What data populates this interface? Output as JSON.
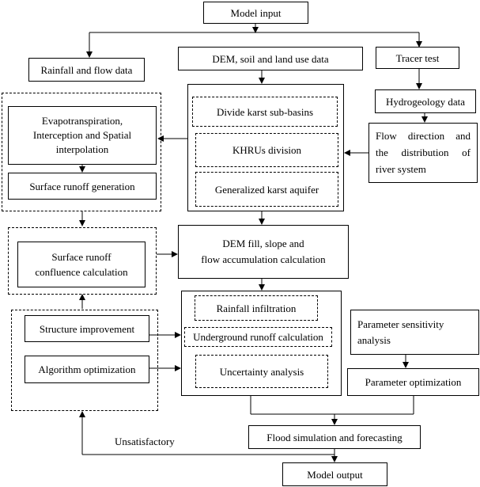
{
  "nodes": {
    "model_input": "Model input",
    "rainfall_flow": "Rainfall and flow data",
    "dem_soil": "DEM, soil and land use data",
    "tracer_test": "Tracer test",
    "hydrogeology": "Hydrogeology data",
    "flow_direction": [
      "Flow direction and",
      "the distribution of",
      "river system"
    ],
    "evapotranspiration": [
      "Evapotranspiration,",
      "Interception and Spatial",
      "interpolation"
    ],
    "surface_runoff_generation": "Surface runoff generation",
    "divide_subbasins": "Divide karst sub-basins",
    "khrus_division": "KHRUs division",
    "generalized_aquifer": "Generalized karst aquifer",
    "surface_runoff_confluence": [
      "Surface runoff",
      "confluence calculation"
    ],
    "dem_fill": [
      "DEM fill, slope and",
      "flow accumulation calculation"
    ],
    "structure_improvement": "Structure improvement",
    "algorithm_optimization": "Algorithm optimization",
    "rainfall_infiltration": "Rainfall infiltration",
    "underground_runoff": "Underground runoff calculation",
    "uncertainty_analysis": "Uncertainty analysis",
    "parameter_sensitivity": [
      "Parameter sensitivity",
      "analysis"
    ],
    "parameter_optimization": "Parameter optimization",
    "flood_simulation": "Flood simulation and forecasting",
    "model_output": "Model output"
  },
  "labels": {
    "unsatisfactory": "Unsatisfactory"
  },
  "colors": {
    "line": "#000000",
    "background": "#ffffff"
  }
}
